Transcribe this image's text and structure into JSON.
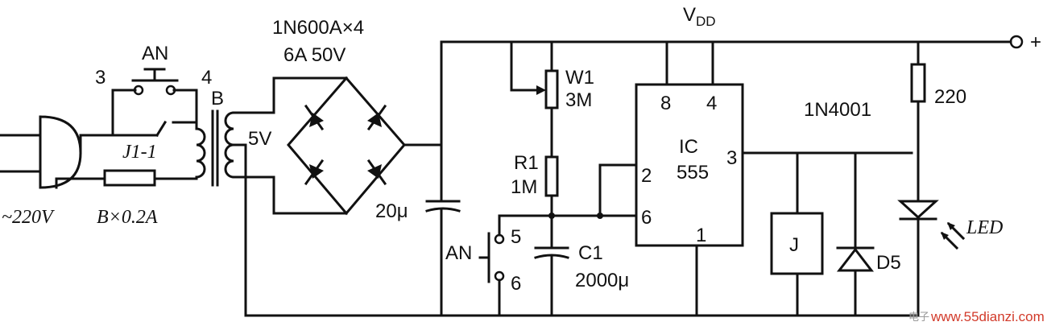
{
  "labels": {
    "vdd": "V",
    "vdd_sub": "DD",
    "plus": "+",
    "mains": "~220V",
    "fuse": "B×0.2A",
    "switch_top": "AN",
    "pin3": "3",
    "pin4": "4",
    "transformer": "B",
    "relay_contact": "J1-1",
    "secondary": "5V",
    "bridge_part": "1N600A×4",
    "bridge_rating": "6A  50V",
    "cap_filter": "20μ",
    "pot_name": "W1",
    "pot_value": "3M",
    "r1_name": "R1",
    "r1_value": "1M",
    "switch_bottom": "AN",
    "sw_pin5": "5",
    "sw_pin6": "6",
    "c1_name": "C1",
    "c1_value": "2000μ",
    "ic_name": "IC",
    "ic_part": "555",
    "ic_pin8": "8",
    "ic_pin4": "4",
    "ic_pin2": "2",
    "ic_pin6": "6",
    "ic_pin3": "3",
    "ic_pin1": "1",
    "diode_part": "1N4001",
    "relay": "J",
    "diode_name": "D5",
    "res_led": "220",
    "led": "LED"
  },
  "watermark": {
    "site": "www.55dianzi.com",
    "faint": "电子"
  }
}
